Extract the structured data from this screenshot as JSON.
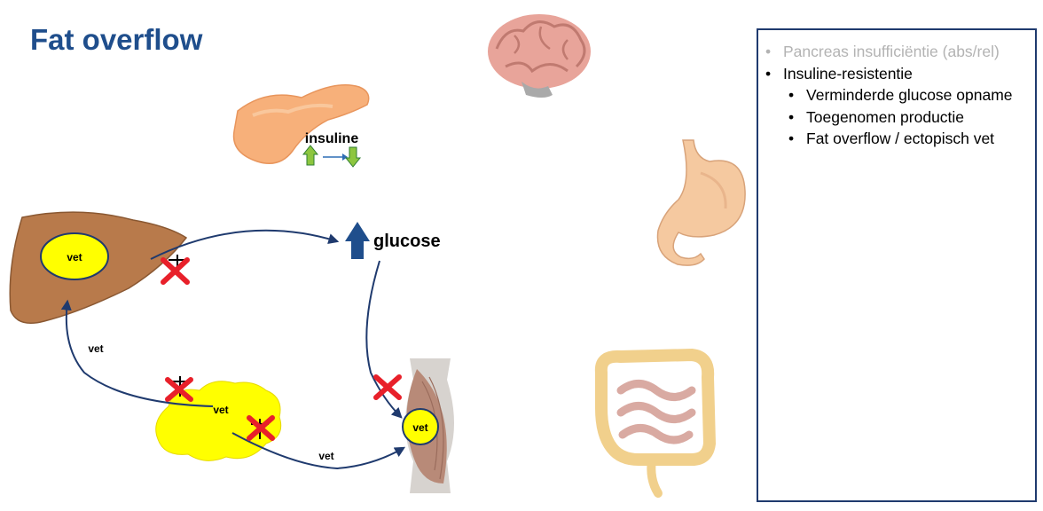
{
  "title": "Fat overflow",
  "labels": {
    "insuline": "insuline",
    "glucose": "glucose",
    "liver_fat": "vet",
    "adipose_fat": "vet",
    "muscle_fat": "vet",
    "arrow_to_liver": "vet",
    "arrow_to_muscle": "vet"
  },
  "organs": {
    "brain": "brain-icon",
    "pancreas": "pancreas-icon",
    "liver": "liver-icon",
    "adipose": "adipose-tissue-icon",
    "muscle": "muscle-icon",
    "stomach": "stomach-icon",
    "intestines": "intestines-icon"
  },
  "colors": {
    "title": "#1f4e8c",
    "arrow": "#1f3a6e",
    "fat": "#ffff00",
    "cross": "#e8202a",
    "up_arrow": "#8dc63f",
    "liver": "#b87a4b",
    "pancreas": "#f7b07a"
  },
  "panel": {
    "bullets": [
      {
        "text": "Pancreas insufficiëntie (abs/rel)",
        "level": 1,
        "grey": true
      },
      {
        "text": "Insuline-resistentie",
        "level": 1,
        "grey": false
      },
      {
        "text": "Verminderde glucose opname",
        "level": 2,
        "grey": false
      },
      {
        "text": "Toegenomen productie",
        "level": 2,
        "grey": false
      },
      {
        "text": "Fat overflow / ectopisch vet",
        "level": 2,
        "grey": false
      }
    ]
  }
}
